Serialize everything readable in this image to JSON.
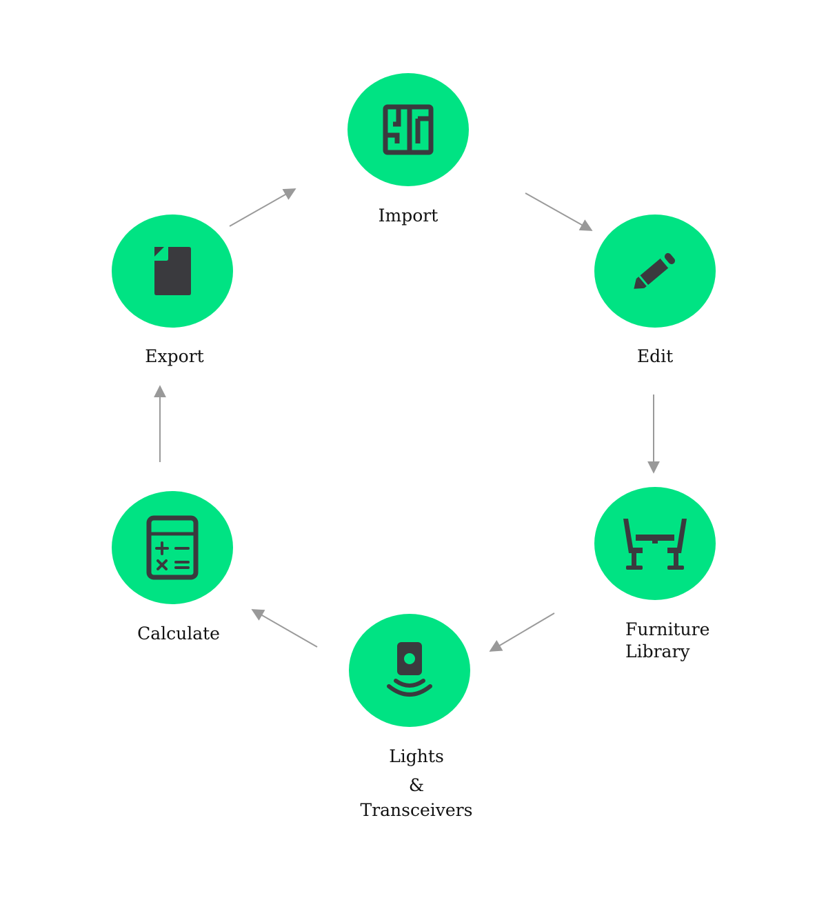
{
  "colors": {
    "node_fill": "#00e383",
    "icon": "#3a3a3e",
    "arrow": "#999999"
  },
  "steps": [
    {
      "id": "import",
      "label": "Import",
      "icon": "floor-plan-icon"
    },
    {
      "id": "edit",
      "label": "Edit",
      "icon": "pencil-icon"
    },
    {
      "id": "furniture",
      "label_line1": "Furniture",
      "label_line2": "Library",
      "icon": "table-chairs-icon"
    },
    {
      "id": "lights",
      "label_line1": "Lights",
      "label_line2": "&",
      "label_line3": "Transceivers",
      "icon": "transceiver-icon"
    },
    {
      "id": "calculate",
      "label": "Calculate",
      "icon": "calculator-icon"
    },
    {
      "id": "export",
      "label": "Export",
      "icon": "document-icon"
    }
  ]
}
